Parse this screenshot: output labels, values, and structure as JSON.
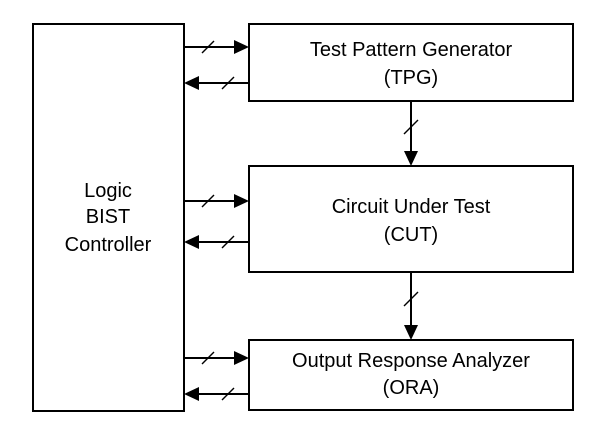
{
  "controller": {
    "lines": [
      "Logic",
      "BIST",
      "Controller"
    ]
  },
  "tpg": {
    "title": "Test Pattern Generator",
    "abbrev": "(TPG)"
  },
  "cut": {
    "title": "Circuit Under Test",
    "abbrev": "(CUT)"
  },
  "ora": {
    "title": "Output Response Analyzer",
    "abbrev": "(ORA)"
  }
}
